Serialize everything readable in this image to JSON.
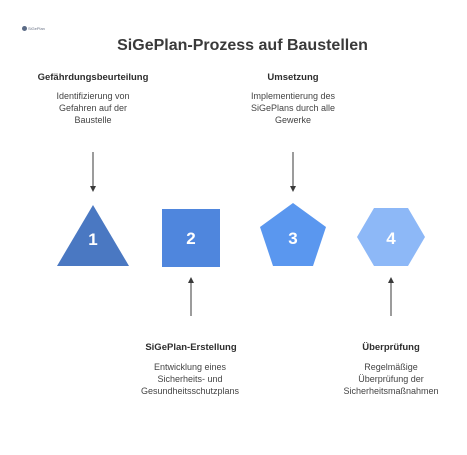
{
  "logo": {
    "text": "SiGePlan"
  },
  "title": "SiGePlan-Prozess auf Baustellen",
  "steps": [
    {
      "number": "1",
      "shape": "triangle",
      "color": "#4a78c2",
      "label": "Gefährdungsbeurteilung",
      "description_lines": [
        "Identifizierung von",
        "Gefahren auf der",
        "Baustelle"
      ]
    },
    {
      "number": "2",
      "shape": "square",
      "color": "#4f86dd",
      "label": "SiGePlan-Erstellung",
      "description_lines": [
        "Entwicklung eines",
        "Sicherheits- und",
        "Gesundheitsschutzplans"
      ]
    },
    {
      "number": "3",
      "shape": "pentagon",
      "color": "#5a97ef",
      "label": "Umsetzung",
      "description_lines": [
        "Implementierung des",
        "SiGePlans durch alle",
        "Gewerke"
      ]
    },
    {
      "number": "4",
      "shape": "hexagon",
      "color": "#8db8f7",
      "label": "Überprüfung",
      "description_lines": [
        "Regelmäßige",
        "Überprüfung der",
        "Sicherheitsmaßnahmen"
      ]
    }
  ]
}
